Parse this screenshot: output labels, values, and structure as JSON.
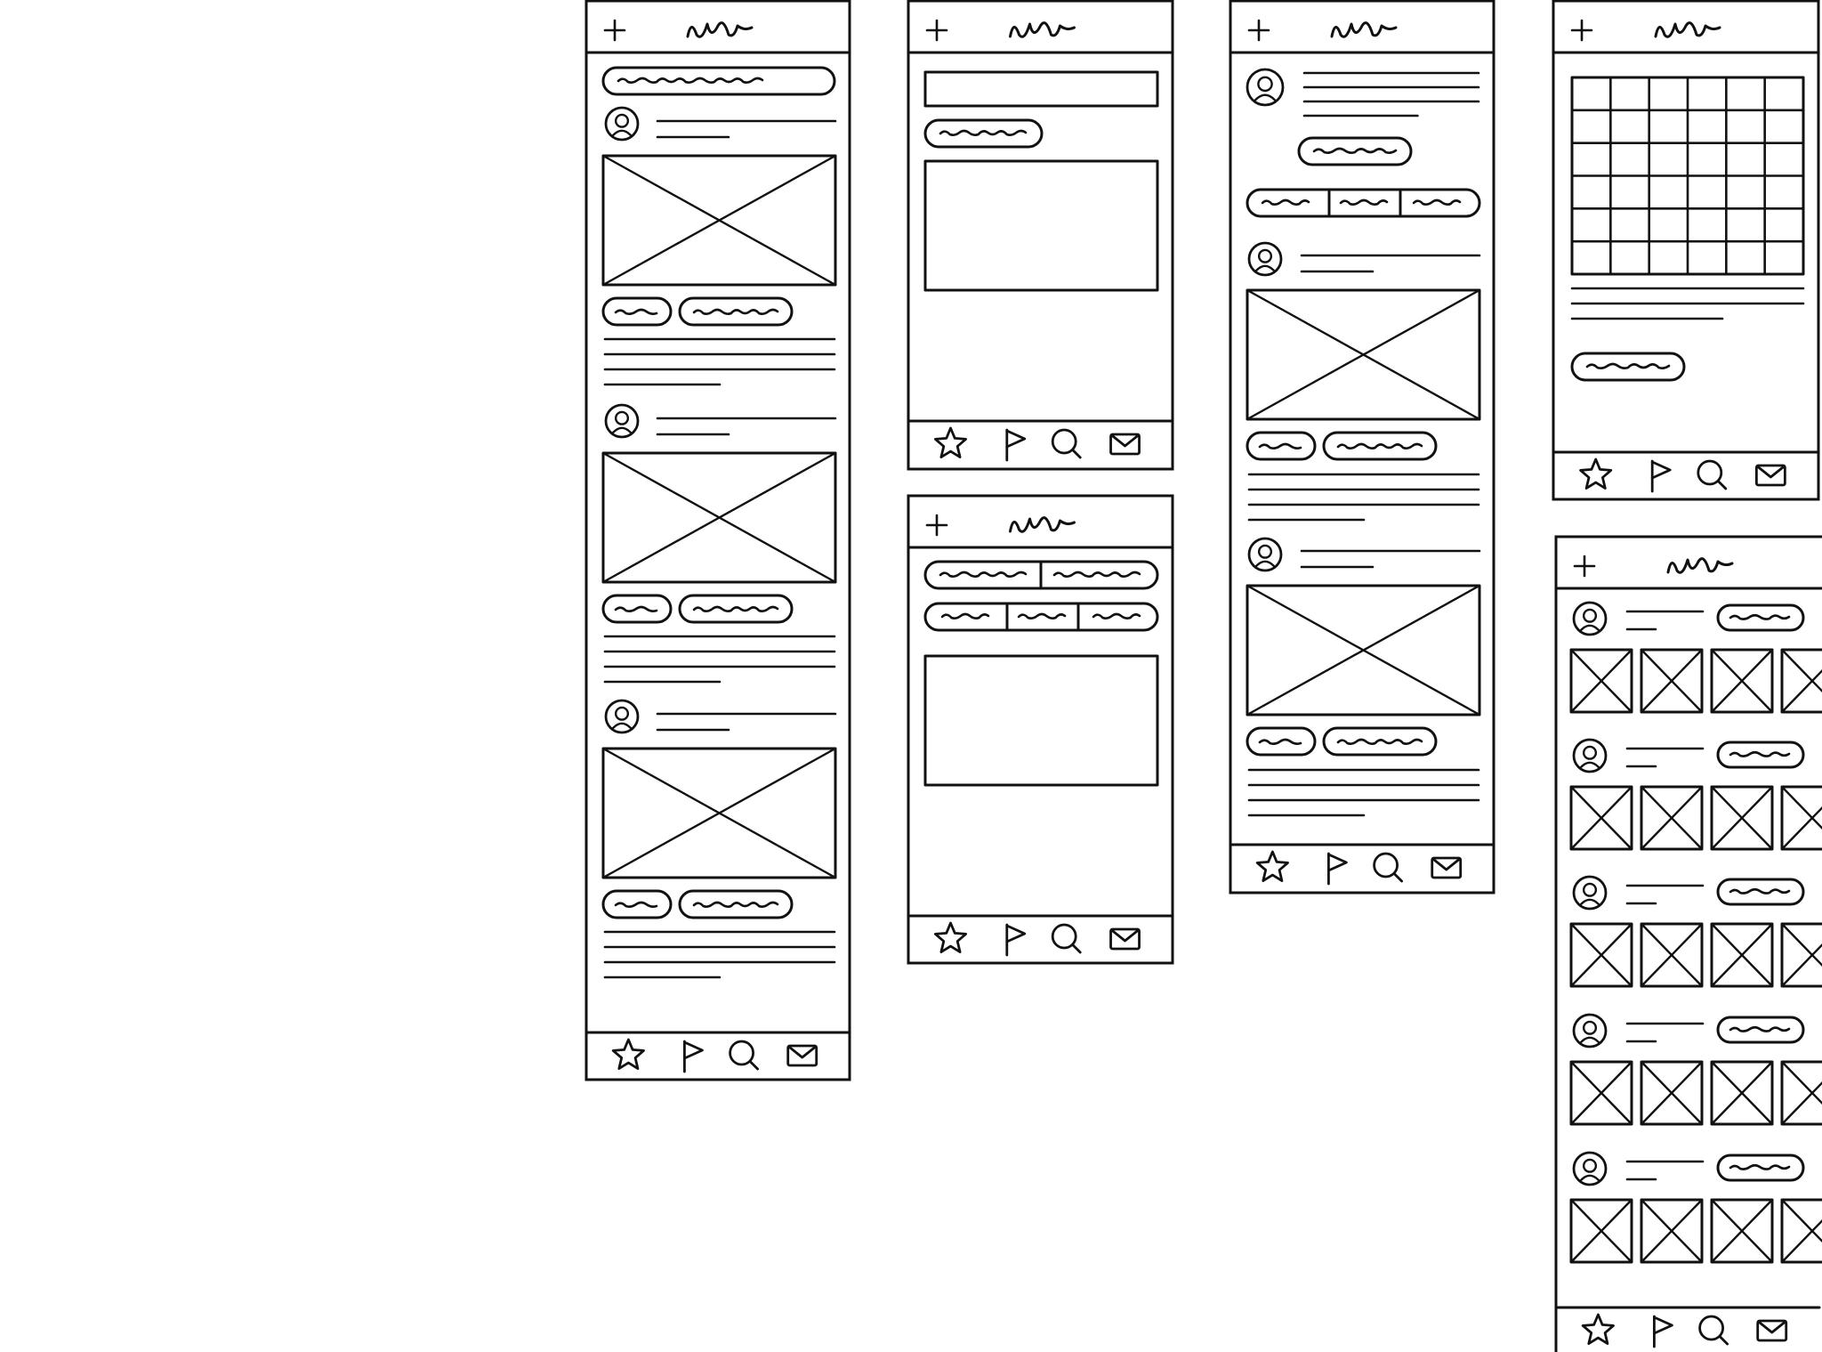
{
  "colors": {
    "ink": "#111111",
    "paper": "#ffffff"
  },
  "icons": {
    "header_left": "plus-icon",
    "header_title": "scribble-title",
    "tabbar": [
      "star-icon",
      "flag-icon",
      "search-icon",
      "mail-icon"
    ]
  },
  "screens": [
    {
      "id": "feed",
      "header": {
        "left_icon": "plus-icon",
        "title": "scribble"
      },
      "search_pill": true,
      "posts": 3,
      "post_parts": [
        "avatar-icon",
        "author-lines",
        "image-placeholder",
        "chip-short",
        "chip-long",
        "text-lines"
      ],
      "tabbar": [
        "star-icon",
        "flag-icon",
        "search-icon",
        "mail-icon"
      ]
    },
    {
      "id": "compose",
      "header": {
        "left_icon": "plus-icon",
        "title": "scribble"
      },
      "parts": [
        "text-input",
        "chip",
        "content-box"
      ],
      "tabbar": [
        "star-icon",
        "flag-icon",
        "search-icon",
        "mail-icon"
      ]
    },
    {
      "id": "filter",
      "header": {
        "left_icon": "plus-icon",
        "title": "scribble"
      },
      "segmented_rows": [
        2,
        3
      ],
      "parts": [
        "content-box"
      ],
      "tabbar": [
        "star-icon",
        "flag-icon",
        "search-icon",
        "mail-icon"
      ]
    },
    {
      "id": "profile",
      "header": {
        "left_icon": "plus-icon",
        "title": "scribble"
      },
      "parts": [
        "avatar-icon",
        "bio-lines",
        "follow-chip",
        "segmented-3"
      ],
      "posts": 2,
      "tabbar": [
        "star-icon",
        "flag-icon",
        "search-icon",
        "mail-icon"
      ]
    },
    {
      "id": "calendar",
      "header": {
        "left_icon": "plus-icon",
        "title": "scribble"
      },
      "grid": {
        "columns": 6,
        "rows": 6
      },
      "parts": [
        "text-lines",
        "chip"
      ],
      "tabbar": [
        "star-icon",
        "flag-icon",
        "search-icon",
        "mail-icon"
      ]
    },
    {
      "id": "gallery",
      "header": {
        "left_icon": "plus-icon",
        "title": "scribble"
      },
      "rows": 5,
      "thumbnails_per_row": 4,
      "tabbar": [
        "star-icon",
        "flag-icon",
        "search-icon",
        "mail-icon"
      ]
    }
  ]
}
